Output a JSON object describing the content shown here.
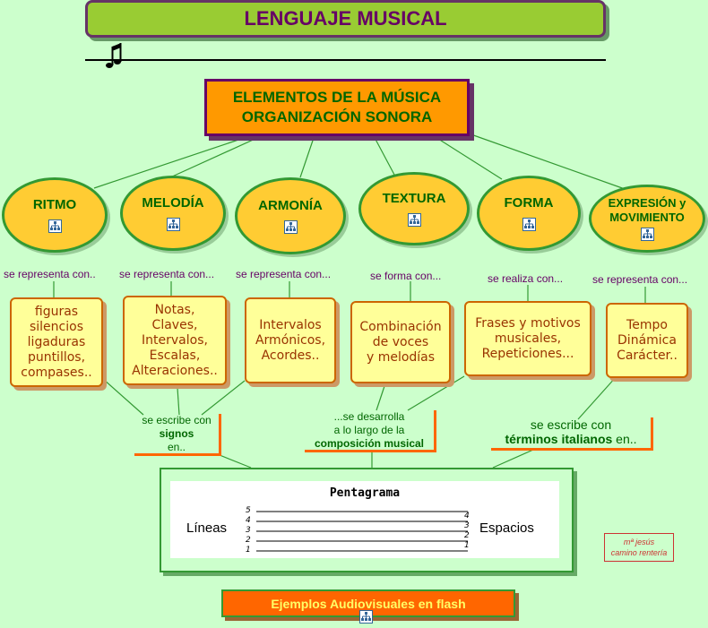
{
  "title": "LENGUAJE MUSICAL",
  "main": {
    "line1": "ELEMENTOS DE LA MÚSICA",
    "line2": "ORGANIZACIÓN SONORA"
  },
  "elements": [
    {
      "name": "RITMO",
      "relation": "se representa con..",
      "items": [
        "figuras",
        "silencios",
        "ligaduras",
        "puntillos,",
        "compases.."
      ]
    },
    {
      "name": "MELODÍA",
      "relation": "se representa con...",
      "items": [
        "Notas,",
        "Claves,",
        "Intervalos,",
        "Escalas,",
        "Alteraciones.."
      ]
    },
    {
      "name": "ARMONÍA",
      "relation": "se representa con...",
      "items": [
        "Intervalos",
        "Armónicos,",
        "Acordes.."
      ]
    },
    {
      "name": "TEXTURA",
      "relation": "se forma con...",
      "items": [
        "Combinación",
        "de voces",
        "y melodías"
      ]
    },
    {
      "name": "FORMA",
      "relation": "se realiza con...",
      "items": [
        "Frases y motivos",
        "musicales,",
        "Repeticiones..."
      ]
    },
    {
      "name_line1": "EXPRESIÓN y",
      "name_line2": "MOVIMIENTO",
      "relation": "se representa con...",
      "items": [
        "Tempo",
        "Dinámica",
        "Carácter.."
      ]
    }
  ],
  "connectors": {
    "signos": {
      "pre": "se escribe con",
      "bold": "signos",
      "post": "en.."
    },
    "composicion": {
      "pre1": "...se desarrolla",
      "pre2": "a lo largo de la",
      "bold": "composición musical"
    },
    "terminos": {
      "pre": "se escribe con",
      "bold": "términos italianos",
      "post": "en.."
    }
  },
  "staff": {
    "title": "Pentagrama",
    "left_label": "Líneas",
    "right_label": "Espacios",
    "line_numbers": [
      "5",
      "4",
      "3",
      "2",
      "1"
    ],
    "space_numbers": [
      "4",
      "3",
      "2",
      "1"
    ]
  },
  "credit": {
    "line1": "mª jesús",
    "line2": "camino rentería"
  },
  "flash_button": "Ejemplos Audiovisuales en flash"
}
